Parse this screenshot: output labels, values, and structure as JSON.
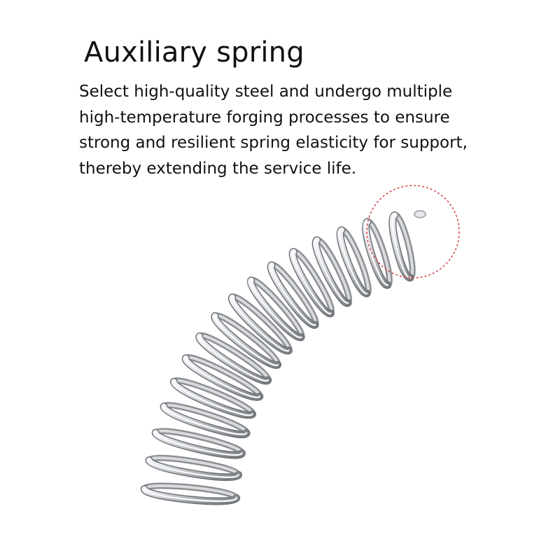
{
  "title": "Auxiliary spring",
  "description_lines": [
    "Select high-quality steel and undergo multiple",
    "high-temperature forging processes to ensure",
    "strong and resilient spring elasticity for support,",
    "thereby extending the service life."
  ],
  "colors": {
    "background": "#ffffff",
    "text": "#111111",
    "highlight_circle": "#d84a4a",
    "steel_dark": "#7a7d82",
    "steel_light": "#f4f5f7"
  }
}
